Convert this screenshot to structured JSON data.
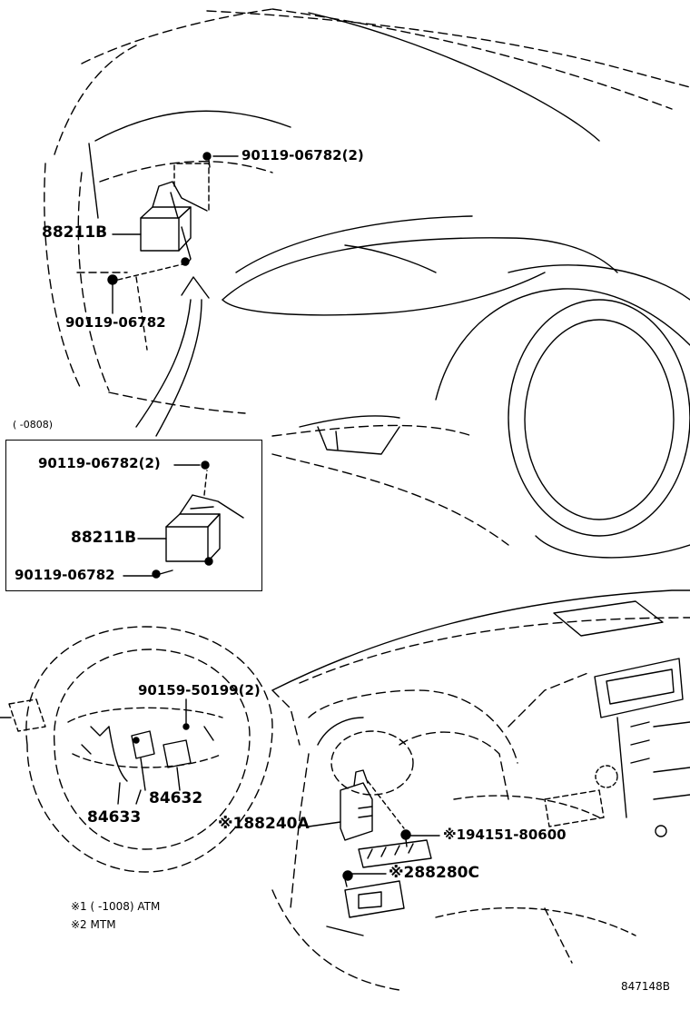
{
  "figure_id": "847148B",
  "callouts": {
    "top_bolt_qty": "90119-06782(2)",
    "top_module": "88211B",
    "top_bolt": "90119-06782",
    "inset_note": "(      -0808)",
    "inset_bolt_qty": "90119-06782(2)",
    "inset_module": "88211B",
    "inset_bolt": "90119-06782",
    "wheel_screw": "90159-50199(2)",
    "switch_a": "84632",
    "switch_b": "84633",
    "ecu": "※188240A",
    "clip": "※194151-80600",
    "relay": "※288280C"
  },
  "notes": {
    "note1": "※1 (      -1008) ATM",
    "note2": "※2 MTM"
  }
}
